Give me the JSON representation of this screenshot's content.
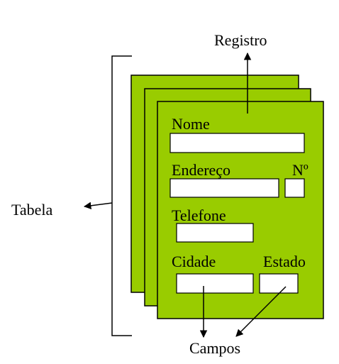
{
  "labels": {
    "record": "Registro",
    "table": "Tabela",
    "fields": "Campos"
  },
  "form": {
    "name": "Nome",
    "address": "Endereço",
    "number": "Nº",
    "phone": "Telefone",
    "city": "Cidade",
    "state": "Estado"
  },
  "colors": {
    "card_fill": "#99cc00",
    "stroke": "#000000",
    "field_fill": "#ffffff"
  }
}
